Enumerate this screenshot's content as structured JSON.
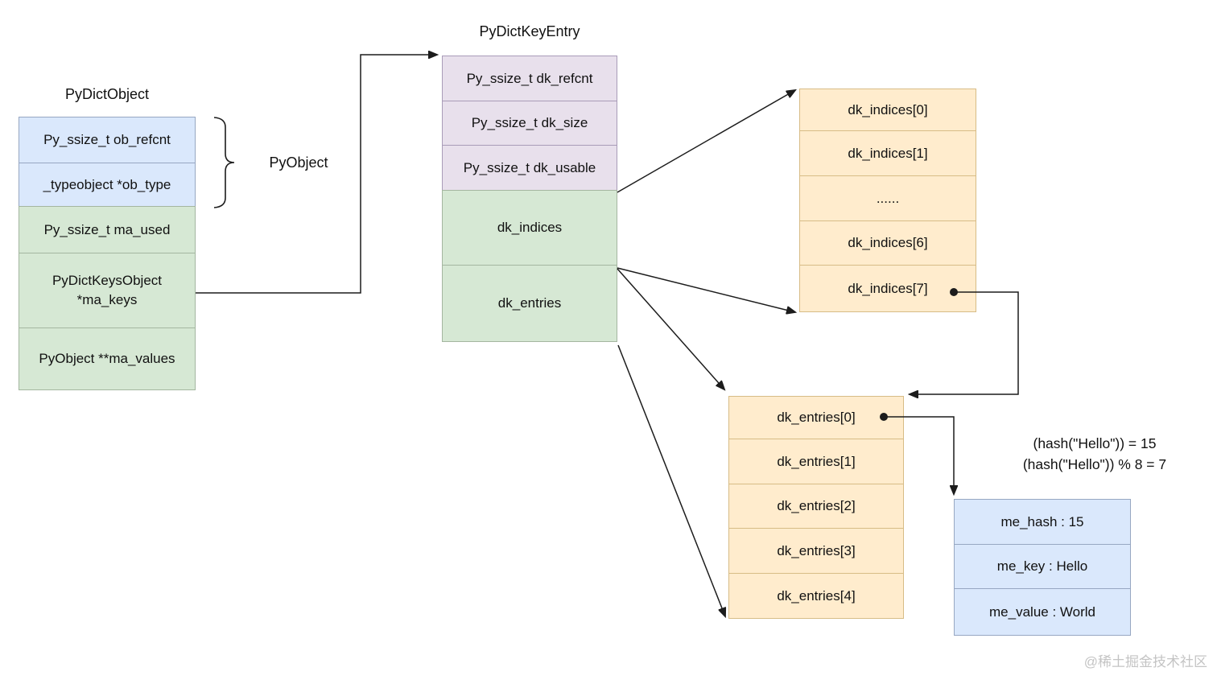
{
  "diagram": {
    "pydict_object": {
      "title": "PyDictObject",
      "row_ob_refcnt": "Py_ssize_t ob_refcnt",
      "row_ob_type": "_typeobject *ob_type",
      "row_ma_used": "Py_ssize_t ma_used",
      "row_ma_keys_line1": "PyDictKeysObject",
      "row_ma_keys_line2": "*ma_keys",
      "row_ma_values": "PyObject **ma_values"
    },
    "pyobject_brace_label": "PyObject",
    "pydict_key_entry": {
      "title": "PyDictKeyEntry",
      "row_dk_refcnt": "Py_ssize_t dk_refcnt",
      "row_dk_size": "Py_ssize_t dk_size",
      "row_dk_usable": "Py_ssize_t dk_usable",
      "row_dk_indices": "dk_indices",
      "row_dk_entries": "dk_entries"
    },
    "dk_indices_array": {
      "cells": [
        "dk_indices[0]",
        "dk_indices[1]",
        "......",
        "dk_indices[6]",
        "dk_indices[7]"
      ]
    },
    "dk_entries_array": {
      "cells": [
        "dk_entries[0]",
        "dk_entries[1]",
        "dk_entries[2]",
        "dk_entries[3]",
        "dk_entries[4]"
      ]
    },
    "entry_detail": {
      "cells": [
        "me_hash : 15",
        "me_key : Hello",
        "me_value : World"
      ]
    },
    "annotations": {
      "hash_eq": "(hash(\"Hello\")) = 15",
      "hash_mod": "(hash(\"Hello\")) % 8 = 7"
    },
    "watermark": "@稀土掘金技术社区",
    "colors": {
      "blue_fill": "#dae8fc",
      "green_fill": "#d6e8d4",
      "purple_fill": "#e8e0ec",
      "orange_fill": "#ffeccd",
      "line_color": "#1c1c1c"
    }
  }
}
